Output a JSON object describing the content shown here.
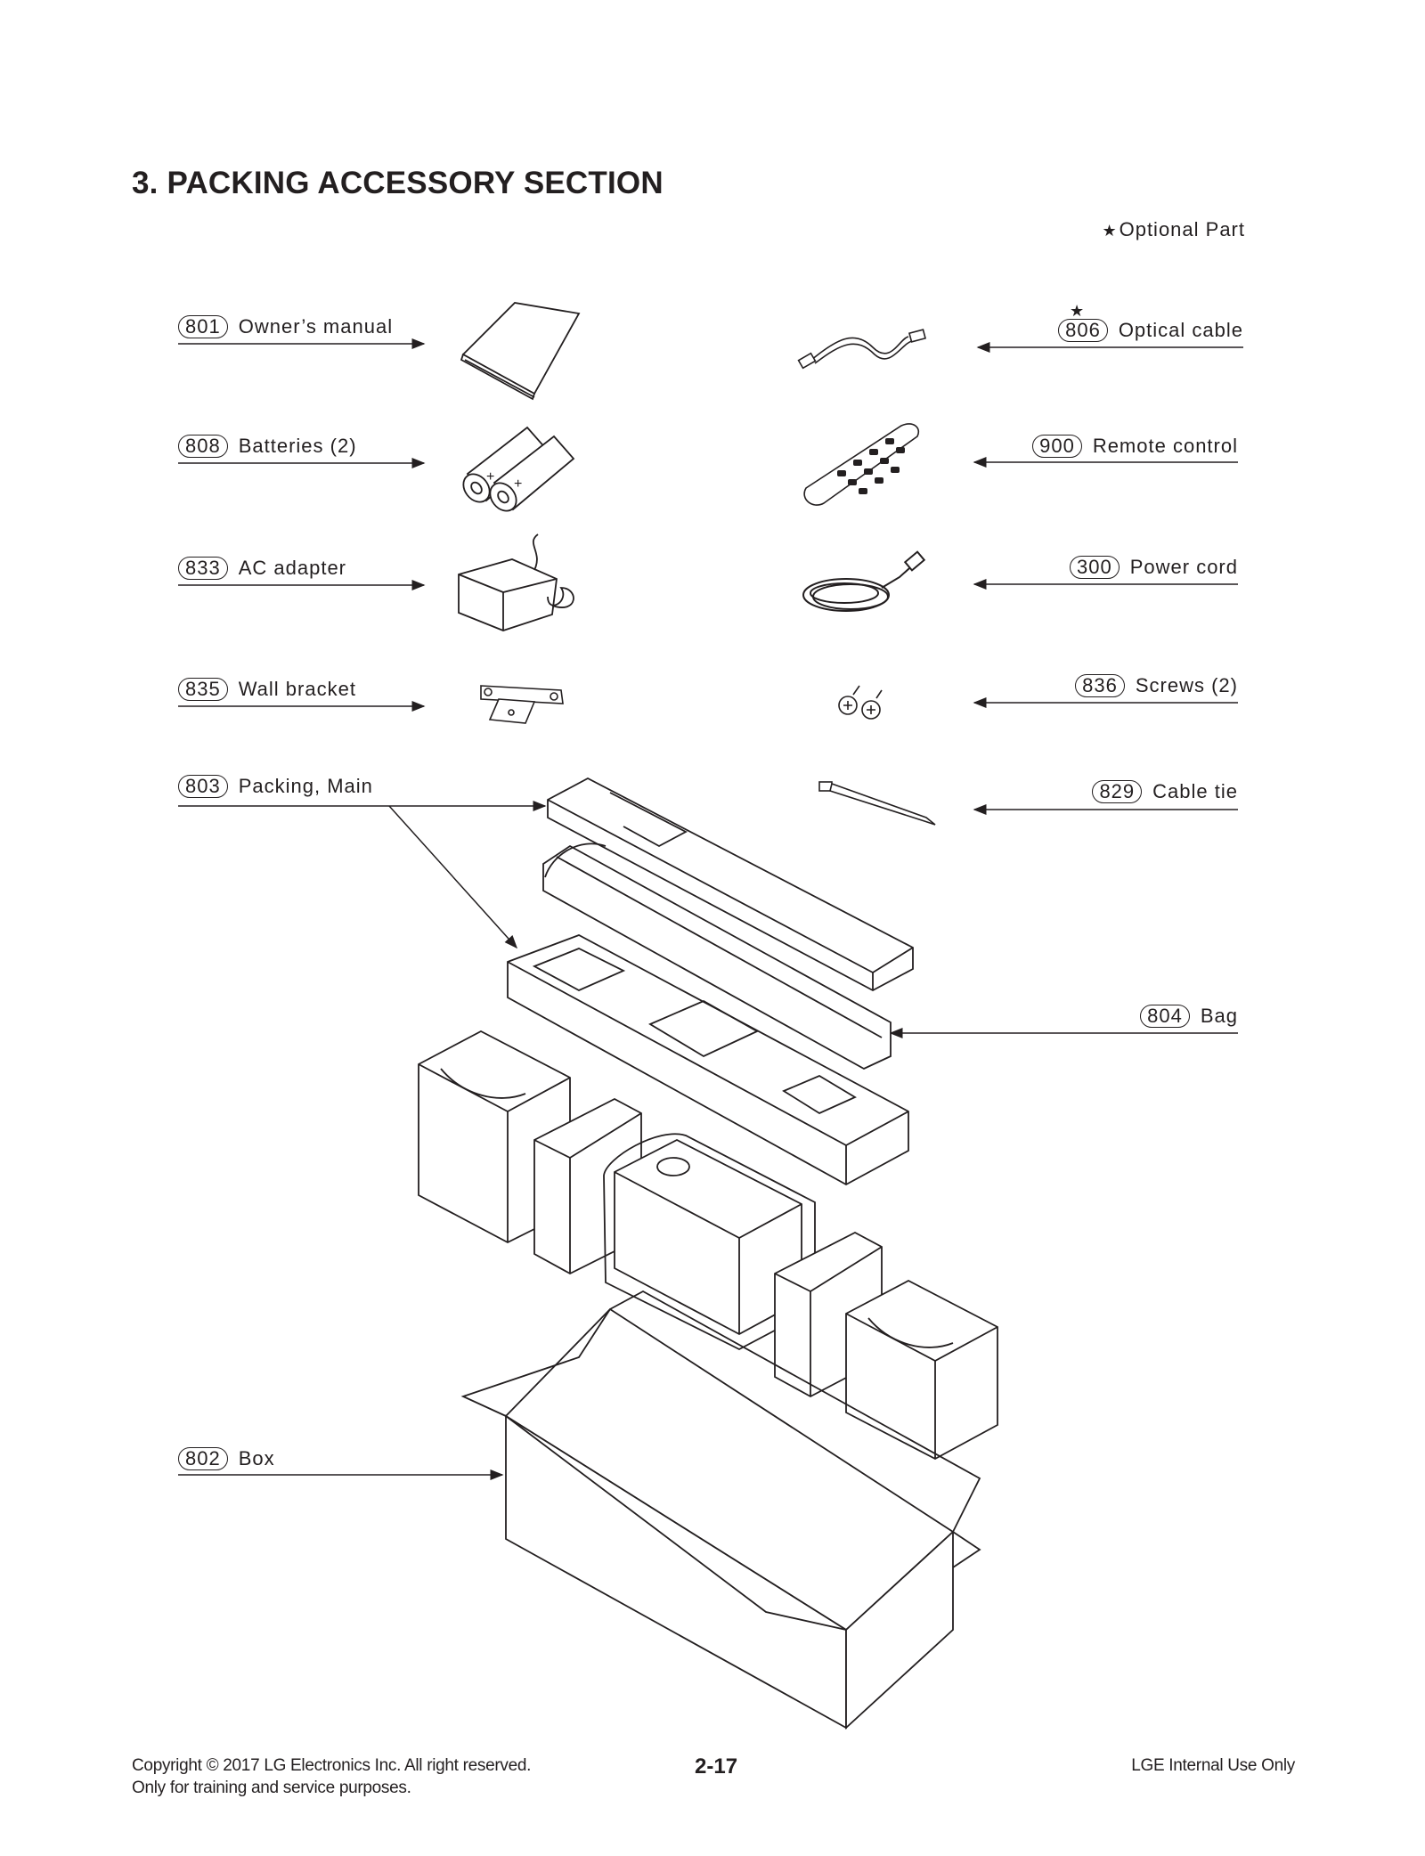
{
  "title": "3. PACKING ACCESSORY SECTION",
  "optional_note": {
    "star": "★",
    "label": "Optional Part"
  },
  "left_items": [
    {
      "num": "801",
      "label": "Owner’s manual"
    },
    {
      "num": "808",
      "label": "Batteries (2)"
    },
    {
      "num": "833",
      "label": "AC adapter"
    },
    {
      "num": "835",
      "label": "Wall bracket"
    },
    {
      "num": "803",
      "label": "Packing, Main"
    },
    {
      "num": "802",
      "label": "Box"
    }
  ],
  "right_items": [
    {
      "num": "806",
      "label": "Optical cable",
      "star": "★"
    },
    {
      "num": "900",
      "label": "Remote control"
    },
    {
      "num": "300",
      "label": "Power cord"
    },
    {
      "num": "836",
      "label": "Screws (2)"
    },
    {
      "num": "829",
      "label": "Cable tie"
    },
    {
      "num": "804",
      "label": "Bag"
    }
  ],
  "footer": {
    "copyright": "Copyright © 2017 LG Electronics Inc. All right reserved.",
    "note": "Only for training and service purposes.",
    "page": "2-17",
    "internal": "LGE Internal Use Only"
  }
}
